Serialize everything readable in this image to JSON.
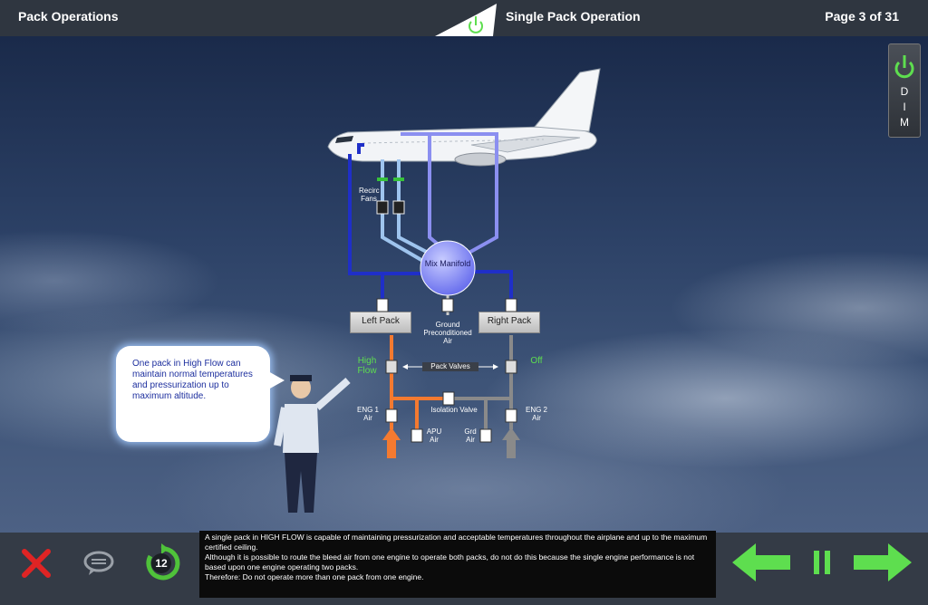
{
  "header": {
    "section_title": "Pack Operations",
    "page_title": "Single Pack Operation",
    "page_indicator": "Page 3 of 31"
  },
  "dim_button": {
    "letters": [
      "D",
      "I",
      "M"
    ]
  },
  "diagram": {
    "recirc_fans": "Recirc Fans",
    "mix_manifold": "Mix Manifold",
    "left_pack": "Left Pack",
    "right_pack": "Right Pack",
    "ground_preconditioned_air": "Ground Preconditioned Air",
    "high_flow": "High Flow",
    "off": "Off",
    "pack_valves": "Pack Valves",
    "isolation_valve": "Isolation Valve",
    "eng1_air": "ENG 1 Air",
    "eng2_air": "ENG 2 Air",
    "apu_air": "APU Air",
    "grd_air": "Grd Air",
    "colors": {
      "cabin_duct": "#1f2fc8",
      "mix_duct": "#8b8ff0",
      "recirc_duct": "#9ec4ee",
      "left_bleed": "#f47a30",
      "right_bleed": "#8a8a8a",
      "mix_sphere": "#7a7ff4"
    }
  },
  "speech_bubble": {
    "text": "One pack in High Flow can maintain normal temperatures and pressurization up to maximum altitude."
  },
  "footer": {
    "replay_count": "12",
    "info_lines": [
      "A single pack in HIGH FLOW is capable of maintaining pressurization and acceptable temperatures throughout the airplane and up to the maximum certified ceiling.",
      "Although it is possible to route the bleed air from one engine to operate both packs, do not do this because the single engine performance is not based upon one engine operating two packs.",
      "Therefore: Do not operate more than one pack from one engine."
    ]
  }
}
